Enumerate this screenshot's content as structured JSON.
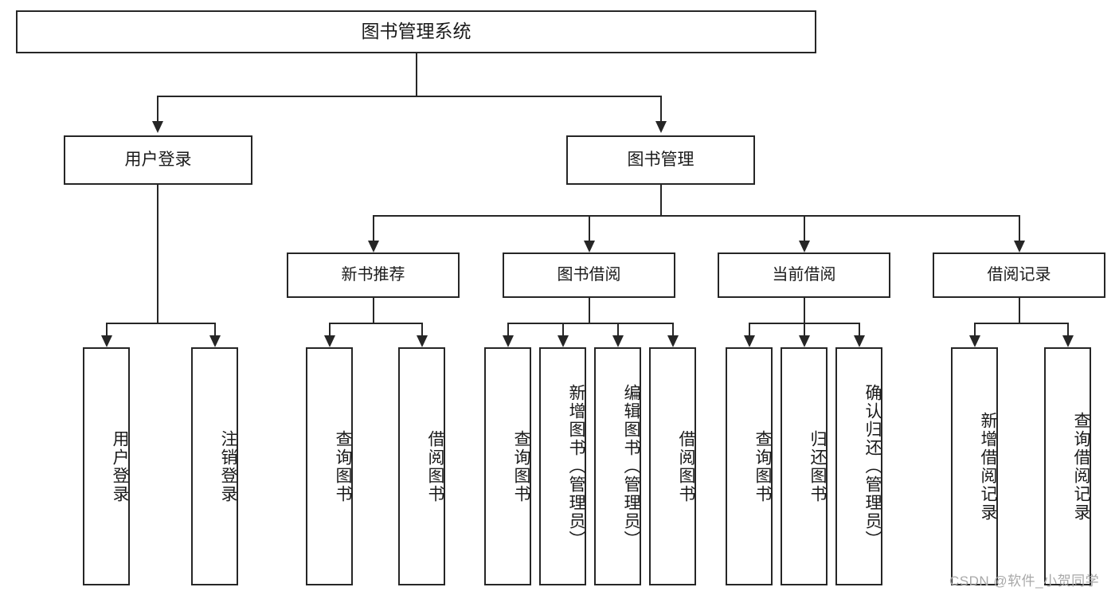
{
  "diagram": {
    "title": "图书管理系统",
    "type": "功能结构图",
    "watermark": "CSDN @软件_小贺同学",
    "colors": {
      "border": "#262626",
      "background": "#ffffff",
      "text": "#1a1a1a",
      "watermark": "#a8a8a8"
    },
    "root": {
      "label": "图书管理系统"
    },
    "level2": [
      {
        "label": "用户登录"
      },
      {
        "label": "图书管理"
      }
    ],
    "level3": [
      {
        "label": "新书推荐"
      },
      {
        "label": "图书借阅"
      },
      {
        "label": "当前借阅"
      },
      {
        "label": "借阅记录"
      }
    ],
    "leaves": {
      "user_login": [
        {
          "label": "用户登录"
        },
        {
          "label": "注销登录"
        }
      ],
      "new_book_recommend": [
        {
          "label": "查询图书"
        },
        {
          "label": "借阅图书"
        }
      ],
      "book_borrow": [
        {
          "label": "查询图书"
        },
        {
          "label": "新增图书（管理员）"
        },
        {
          "label": "编辑图书（管理员）"
        },
        {
          "label": "借阅图书"
        }
      ],
      "current_borrow": [
        {
          "label": "查询图书"
        },
        {
          "label": "归还图书"
        },
        {
          "label": "确认归还（管理员）"
        }
      ],
      "borrow_record": [
        {
          "label": "新增借阅记录"
        },
        {
          "label": "查询借阅记录"
        }
      ]
    }
  }
}
